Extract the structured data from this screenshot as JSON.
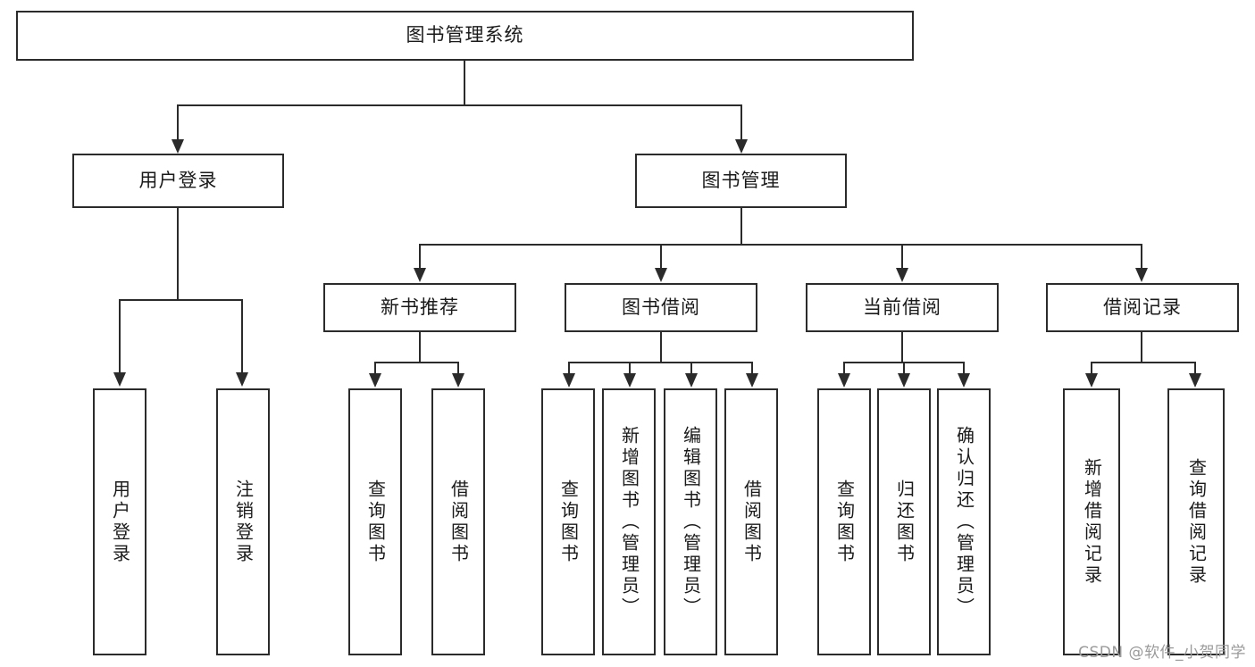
{
  "diagram": {
    "type": "tree",
    "title": "图书管理系统",
    "root": {
      "label": "图书管理系统"
    },
    "level2": [
      {
        "label": "用户登录"
      },
      {
        "label": "图书管理"
      }
    ],
    "level3": [
      {
        "label": "新书推荐"
      },
      {
        "label": "图书借阅"
      },
      {
        "label": "当前借阅"
      },
      {
        "label": "借阅记录"
      }
    ],
    "leaves": {
      "user_login": [
        {
          "label": "用户登录"
        },
        {
          "label": "注销登录"
        }
      ],
      "new_book_recommend": [
        {
          "label": "查询图书"
        },
        {
          "label": "借阅图书"
        }
      ],
      "book_borrow": [
        {
          "label": "查询图书"
        },
        {
          "label": "新增图书（管理员）"
        },
        {
          "label": "编辑图书（管理员）"
        },
        {
          "label": "借阅图书"
        }
      ],
      "current_borrow": [
        {
          "label": "查询图书"
        },
        {
          "label": "归还图书"
        },
        {
          "label": "确认归还（管理员）"
        }
      ],
      "borrow_record": [
        {
          "label": "新增借阅记录"
        },
        {
          "label": "查询借阅记录"
        }
      ]
    }
  },
  "watermark": {
    "text": "CSDN @软件_小贺同学"
  },
  "colors": {
    "border": "#2b2b2b",
    "text": "#1a1a1a",
    "background": "#ffffff",
    "watermark": "#9a9a9a"
  }
}
